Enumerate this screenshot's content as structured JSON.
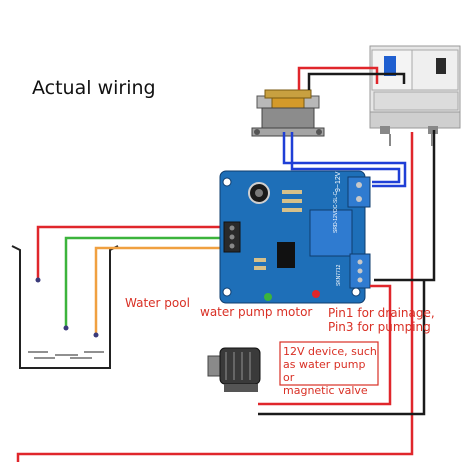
{
  "title": "Actual wiring",
  "labels": {
    "water_pool": "Water pool",
    "water_pump_motor": "water pump motor",
    "pin_line1": "Pin1 for drainage,",
    "pin_line2": "Pin3 for pumping",
    "device_line1": "12V device, such",
    "device_line2": "as water pump or",
    "device_line3": "magnetic valve"
  },
  "board_text": {
    "terminal": "9~12V",
    "relay": "SRD-12VDC-SL-C",
    "chip": "SKN7712"
  },
  "colors": {
    "wire_red": "#e0262b",
    "wire_black": "#1a1a1a",
    "wire_blue": "#1f3fd6",
    "wire_green": "#3cb43c",
    "wire_orange": "#f0a040",
    "board": "#1e6fb8",
    "label": "#d93025"
  }
}
